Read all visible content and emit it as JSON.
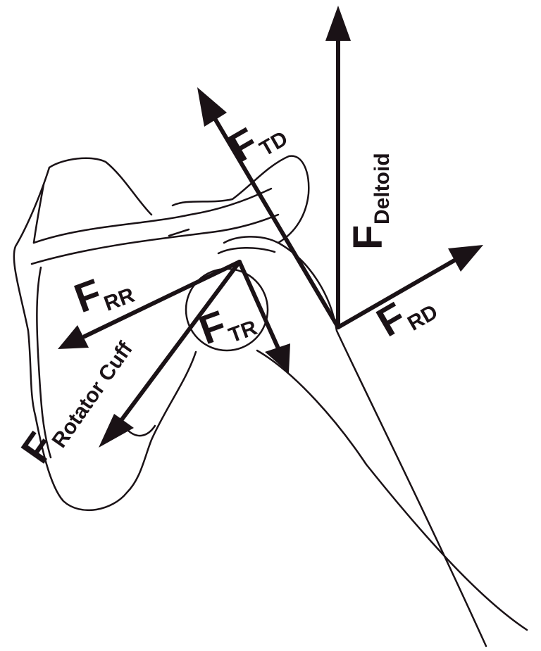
{
  "colors": {
    "ink": "#1a1216",
    "background": "#ffffff"
  },
  "labels": {
    "f_td": {
      "main": "F",
      "sub": "TD"
    },
    "f_deltoid": {
      "main": "F",
      "sub": "Deltoid"
    },
    "f_rd": {
      "main": "F",
      "sub": "RD"
    },
    "f_rr": {
      "main": "F",
      "sub": "RR"
    },
    "f_tr": {
      "main": "F",
      "sub": "TR"
    },
    "f_rotator": {
      "main": "F",
      "sub": "Rotator Cuff"
    }
  }
}
